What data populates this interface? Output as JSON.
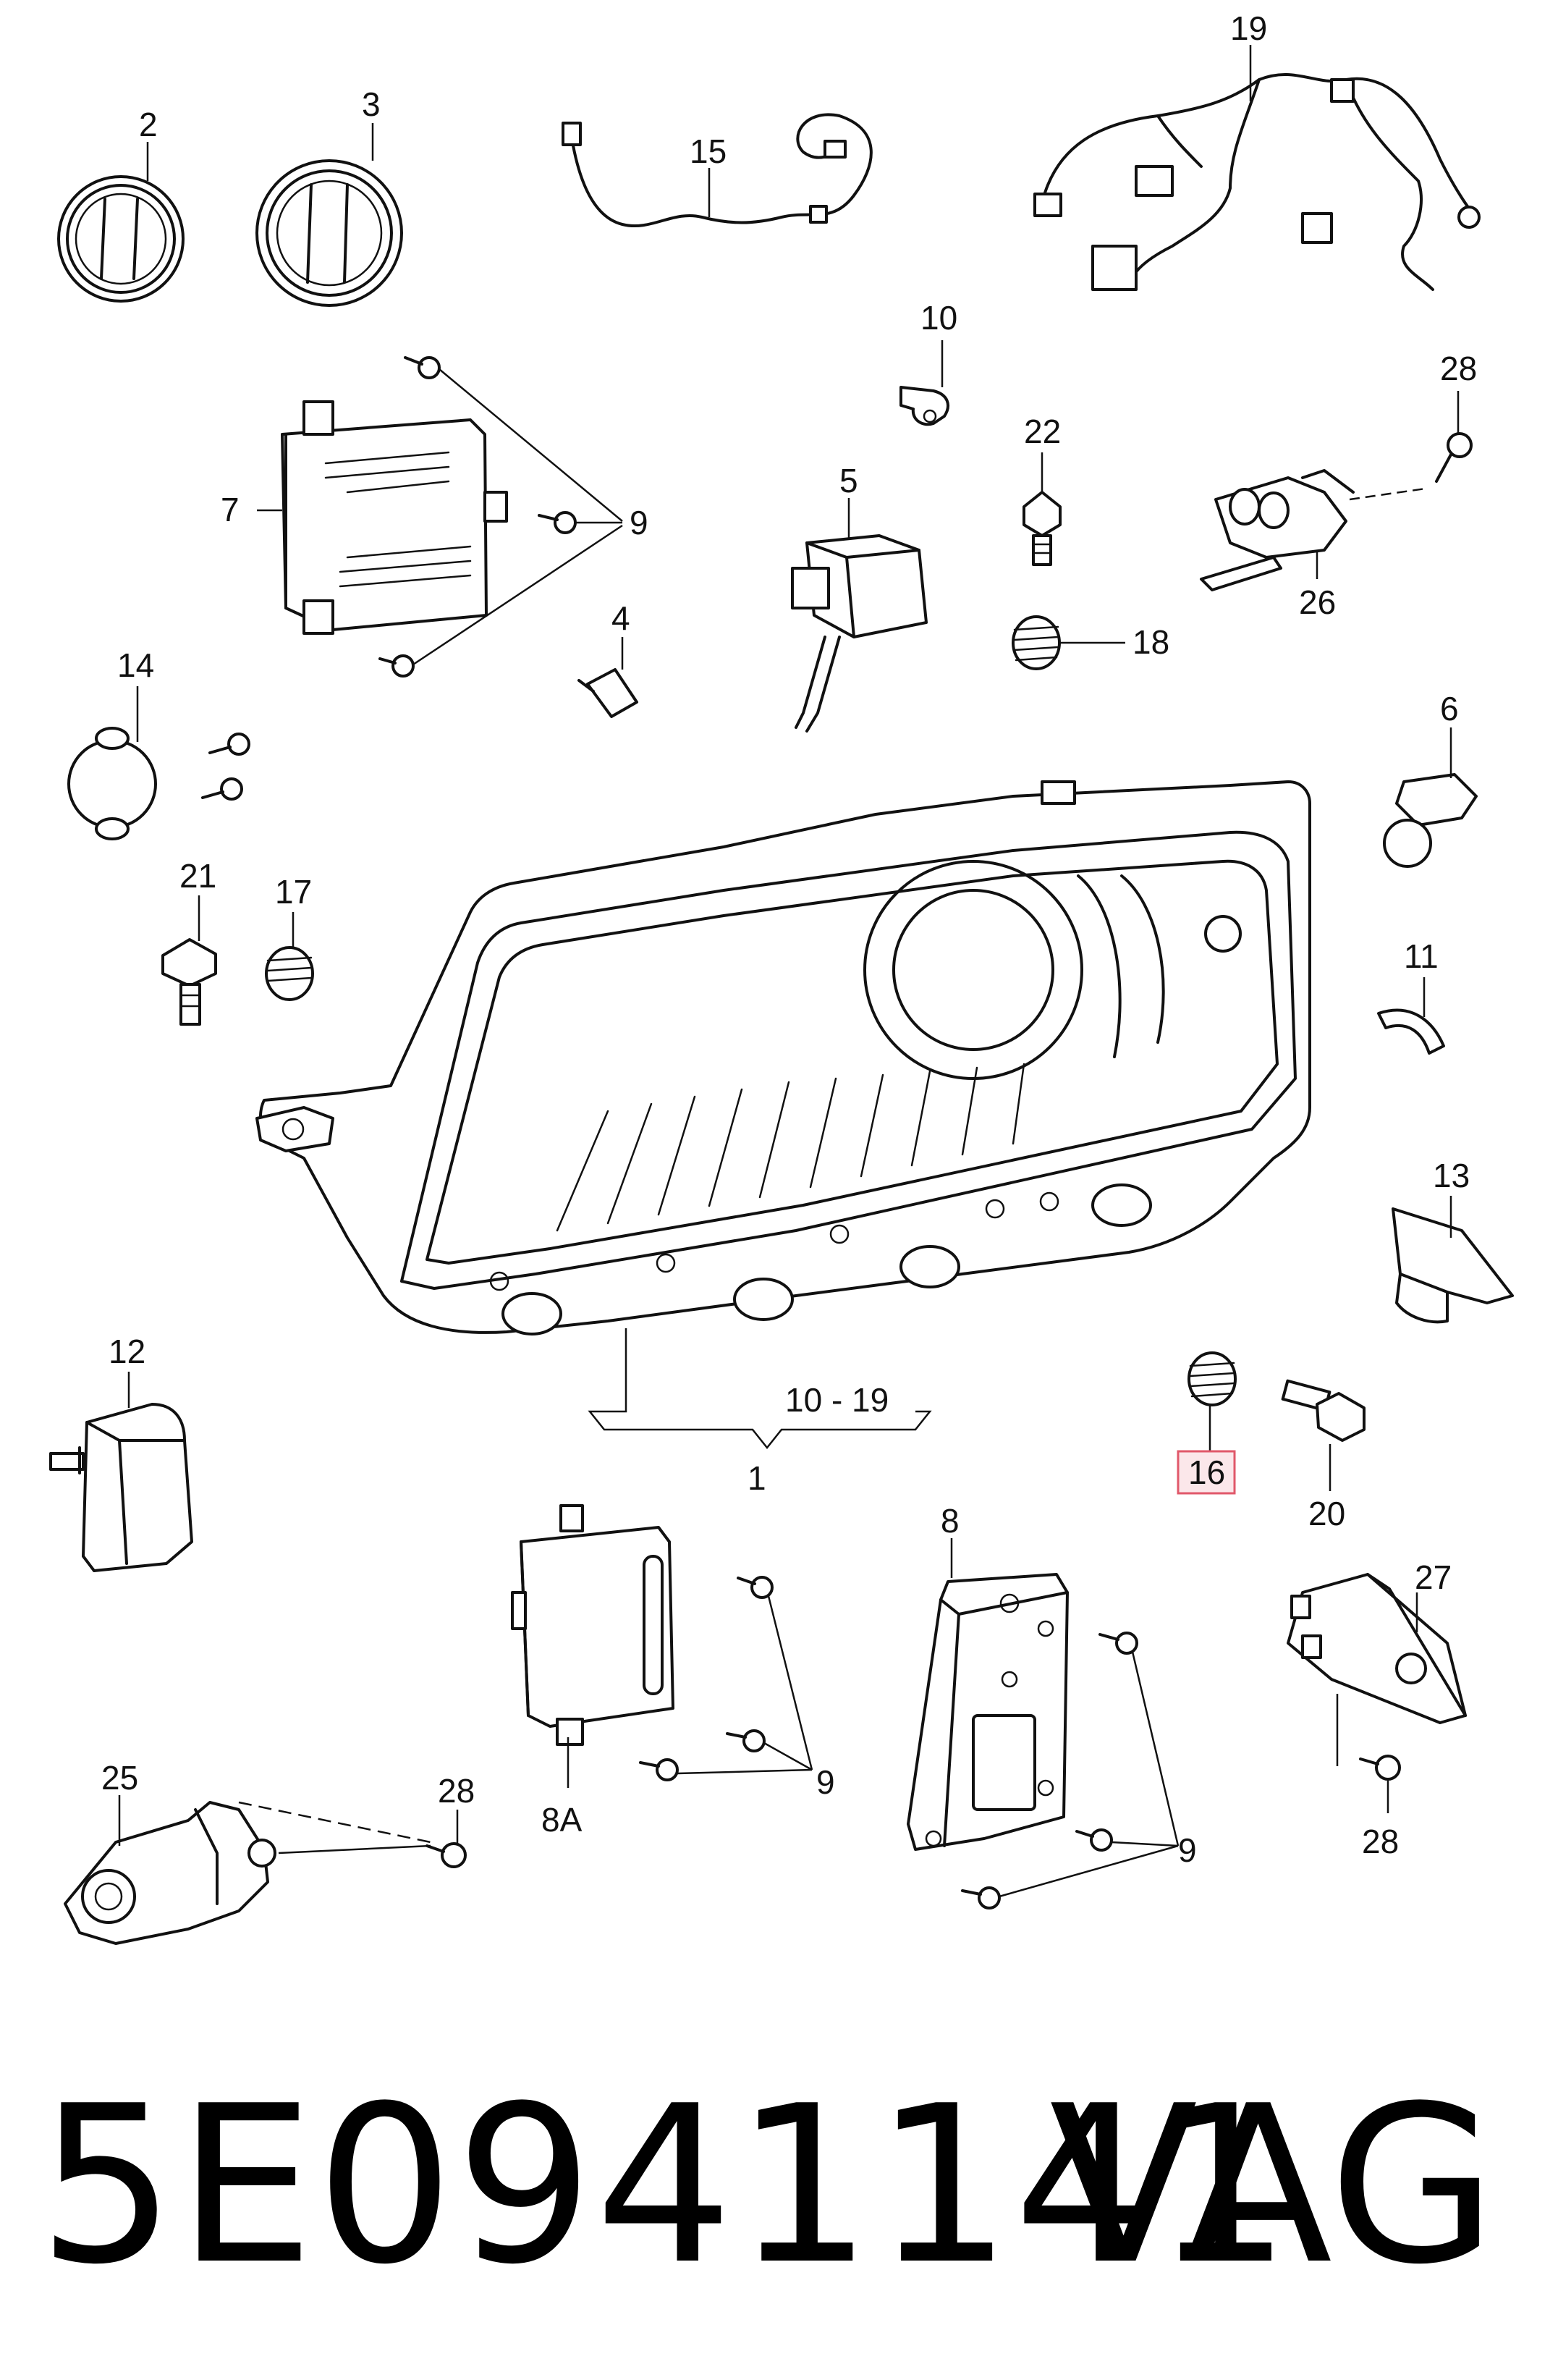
{
  "callouts": {
    "c1": "1",
    "c2": "2",
    "c3": "3",
    "c4": "4",
    "c5": "5",
    "c6": "6",
    "c7": "7",
    "c8": "8",
    "c8a": "8A",
    "c9a": "9",
    "c9b": "9",
    "c9c": "9",
    "c10": "10",
    "c10_19": "10 - 19",
    "c11": "11",
    "c12": "12",
    "c13": "13",
    "c14": "14",
    "c15": "15",
    "c16": "16",
    "c17": "17",
    "c18": "18",
    "c19": "19",
    "c20": "20",
    "c21": "21",
    "c22": "22",
    "c25": "25",
    "c26": "26",
    "c27": "27",
    "c28a": "28",
    "c28b": "28",
    "c28c": "28"
  },
  "highlight_color": "#e0586a",
  "footer": {
    "part_number": "5E0941141",
    "brand": "VAG"
  }
}
